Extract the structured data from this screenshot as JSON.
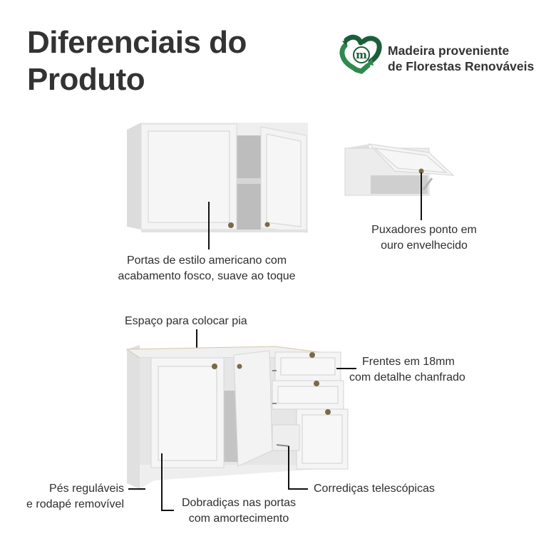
{
  "header": {
    "title_line1": "Diferenciais do",
    "title_line2": "Produto"
  },
  "badge": {
    "icon": "recycle-heart-m-icon",
    "line1": "Madeira proveniente",
    "line2": "de Florestas Renováveis",
    "color_dark": "#1b5e38",
    "color_light": "#2e8a4e"
  },
  "callouts": {
    "doors_line1": "Portas de estilo americano com",
    "doors_line2": "acabamento fosco, suave ao toque",
    "handles_line1": "Puxadores ponto em",
    "handles_line2": "ouro envelhecido",
    "sink_space": "Espaço para colocar pia",
    "fronts_line1": "Frentes em 18mm",
    "fronts_line2": "com detalhe chanfrado",
    "feet_line1": "Pés reguláveis",
    "feet_line2": "e rodapé removível",
    "hinges_line1": "Dobradiças nas portas",
    "hinges_line2": "com amortecimento",
    "slides": "Corrediças telescópicas"
  },
  "products": [
    {
      "name": "wall-cabinet-2-doors",
      "color": "#f2f2f2"
    },
    {
      "name": "wall-cabinet-flip-up",
      "color": "#f2f2f2"
    },
    {
      "name": "sink-base-cabinet-2-doors-3-drawers",
      "color": "#f2f2f2"
    }
  ],
  "colors": {
    "text": "#333333",
    "cabinet_white": "#f4f4f4",
    "cabinet_shade": "#d9d9d9",
    "knob": "#7a6a45"
  }
}
